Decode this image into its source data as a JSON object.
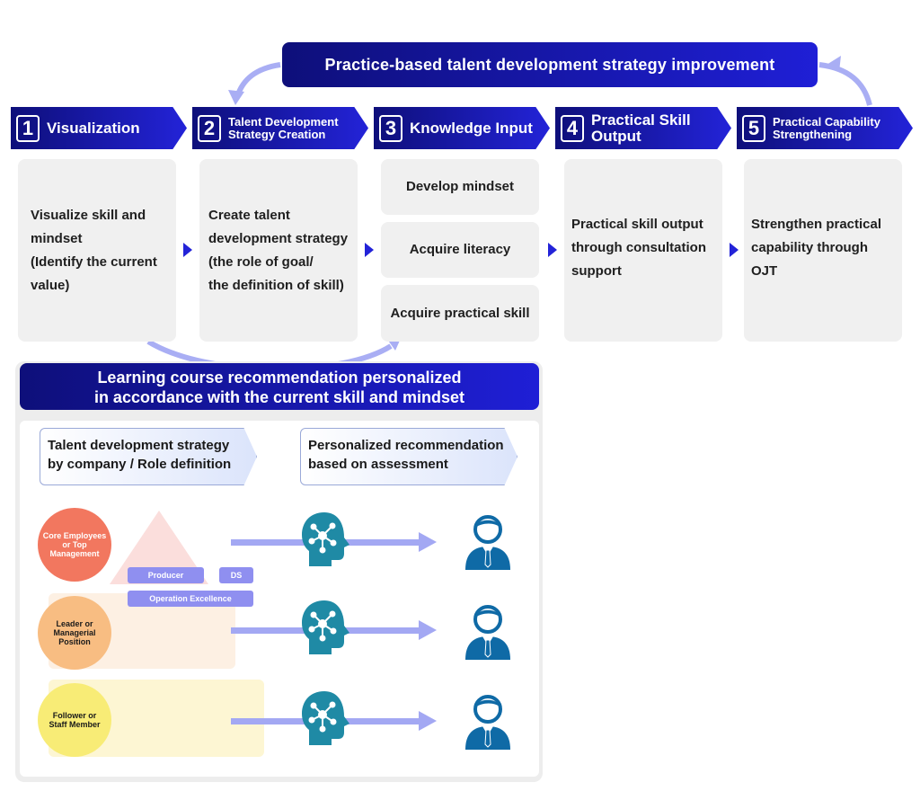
{
  "banner": "Practice-based talent development strategy improvement",
  "steps": [
    {
      "num": "1",
      "title": "Visualization"
    },
    {
      "num": "2",
      "title": "Talent Development Strategy Creation"
    },
    {
      "num": "3",
      "title": "Knowledge Input"
    },
    {
      "num": "4",
      "title": "Practical Skill Output"
    },
    {
      "num": "5",
      "title": "Practical Capability Strengthening"
    }
  ],
  "details": {
    "step1": [
      "Visualize skill and",
      "mindset",
      "(Identify the current",
      "value)"
    ],
    "step2": [
      "Create talent",
      "development strategy",
      "(the role of goal/",
      "the definition of skill)"
    ],
    "step3": [
      "Develop mindset",
      "Acquire literacy",
      "Acquire practical skill"
    ],
    "step4": [
      "Practical skill output",
      "through consultation",
      "support"
    ],
    "step5": [
      "Strengthen practical",
      "capability through",
      "OJT"
    ]
  },
  "learning": {
    "title_line1": "Learning course recommendation personalized",
    "title_line2": "in accordance with the current skill and mindset",
    "tag_left": [
      "Talent development strategy",
      "by company / Role definition"
    ],
    "tag_right": [
      "Personalized recommendation",
      "based on assessment"
    ],
    "levels": [
      [
        "Core Employees",
        "or Top",
        "Management"
      ],
      [
        "Leader or",
        "Managerial",
        "Position"
      ],
      [
        "Follower or",
        "Staff Member"
      ]
    ],
    "roles": {
      "producer": "Producer",
      "ds": "DS",
      "opex": "Operation Excellence"
    }
  },
  "icons": {
    "ai": "ai-brain-network-icon",
    "person": "person-suit-icon",
    "arrow": "right-arrow-icon"
  },
  "colors": {
    "navy": "#0e0f7a",
    "blue": "#2323d8",
    "teal": "#1f8aa5",
    "person": "#0f6aa6",
    "core": "#f2775f",
    "leader": "#f8bd82",
    "follower": "#f8ec76",
    "lavender": "#a3a8f3"
  }
}
